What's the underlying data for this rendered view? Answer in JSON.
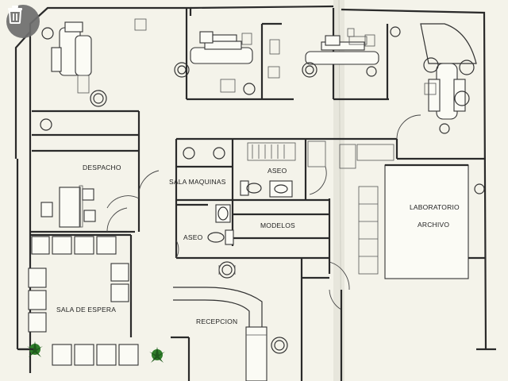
{
  "plan": {
    "rooms": {
      "despacho": "DESPACHO",
      "sala_maquinas": "SALA MAQUINAS",
      "aseo_1": "ASEO",
      "aseo_2": "ASEO",
      "modelos": "MODELOS",
      "laboratorio": "LABORATORIO",
      "archivo": "ARCHIVO",
      "sala_espera": "SALA DE ESPERA",
      "recepcion": "RECEPCION"
    }
  },
  "overlay": {
    "delete_icon": "trash-icon"
  },
  "colors": {
    "paper": "#f4f3ea",
    "ink": "#2a2a2a",
    "plant": "#2f7d2a",
    "button": "#6e6e6e"
  }
}
